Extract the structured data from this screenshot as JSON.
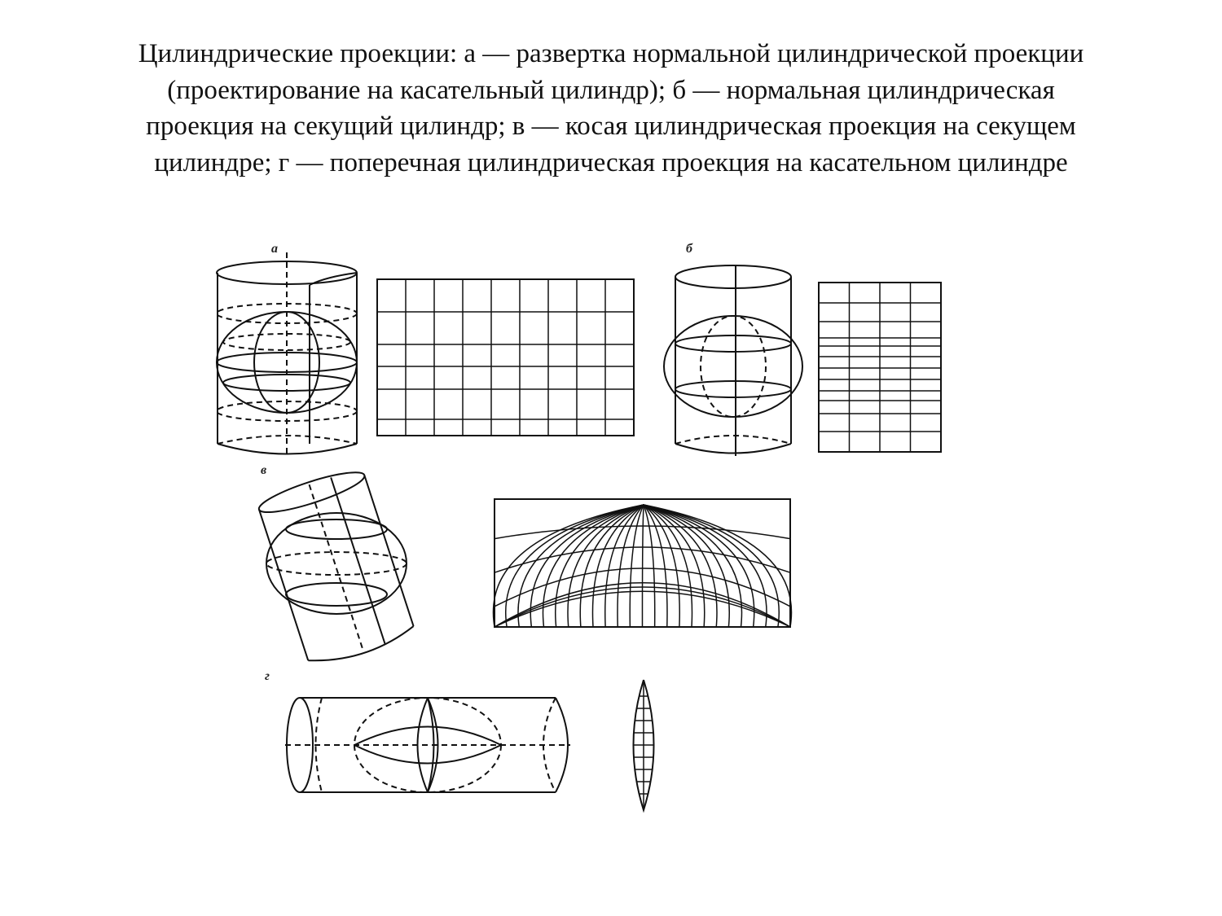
{
  "title": {
    "lines": [
      "Цилиндрические проекции: а — развертка нормальной цилиндрической проекции",
      "(проектирование на касательный цилиндр); б — нормальная цилиндрическая",
      "проекция на секущий цилиндр; в — косая цилиндрическая проекция на секущем",
      "цилиндре; г — поперечная цилиндрическая проекция на касательном цилиндре"
    ]
  },
  "figure": {
    "labels": {
      "a": "а",
      "b": "б",
      "v": "в",
      "g": "г"
    }
  }
}
